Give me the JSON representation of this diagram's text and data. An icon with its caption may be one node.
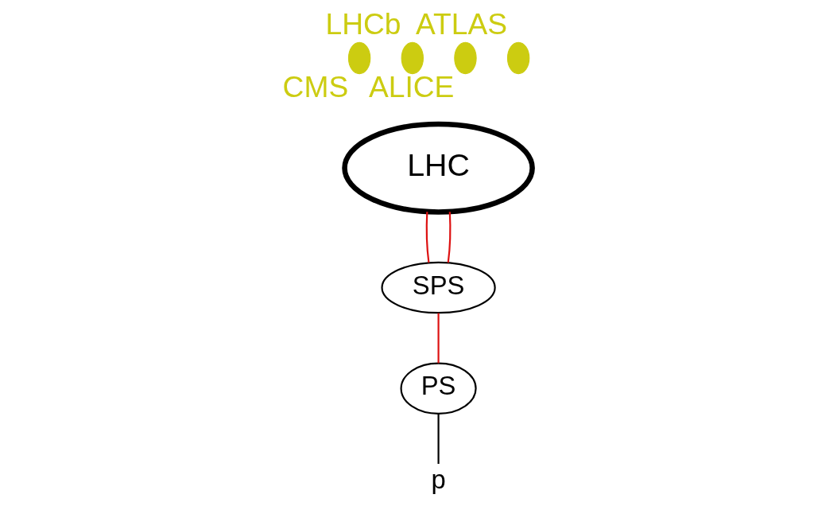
{
  "diagram": {
    "nodes": [
      {
        "text": [],
        "shape": "circle",
        "beside": [
          "CMS"
        ]
      },
      {
        "text": [
          "LHC"
        ]
      },
      {
        "text": [],
        "shape": "circle",
        "beside": [
          "LHCb"
        ]
      },
      {
        "text": [],
        "shape": "circle",
        "beside": [
          "ALICE"
        ]
      },
      {
        "text": [
          "SPS"
        ]
      },
      {
        "text": [],
        "shape": "circle",
        "beside": [
          "ATLAS"
        ]
      },
      {
        "text": [
          "p"
        ]
      },
      {
        "text": [
          "PS"
        ]
      }
    ],
    "edges": [
      {
        "from": 4,
        "to": 1,
        "arrow": "none"
      },
      {
        "from": 4,
        "to": 1,
        "arrow": "none"
      },
      {
        "from": 7,
        "to": 4,
        "arrow": "none"
      },
      {
        "from": 6,
        "to": 7,
        "arrow": "none",
        "color": "#000000"
      }
    ]
  }
}
